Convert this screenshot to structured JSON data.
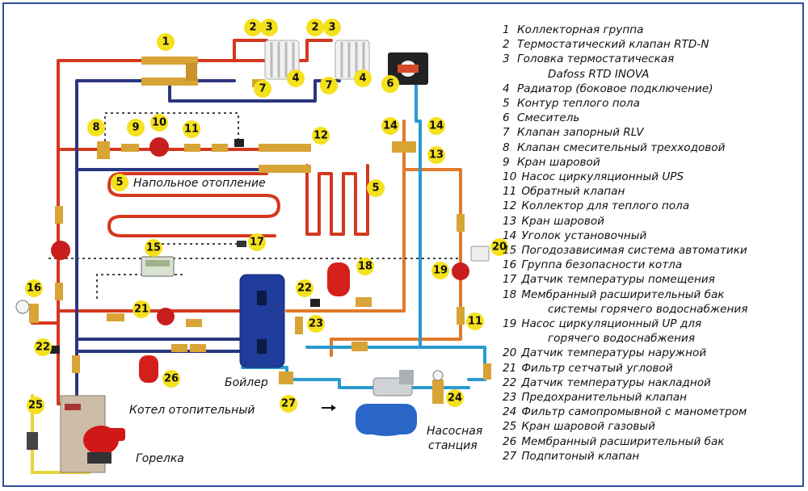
{
  "diagram": {
    "labels": {
      "floor_heating": "Напольное отопление",
      "boiler_tank": "Бойлер",
      "heating_boiler": "Котел отопительный",
      "burner": "Горелка",
      "pump_station_line1": "Насосная",
      "pump_station_line2": "станция"
    },
    "colors": {
      "supply_pipe": "#d4381e",
      "return_pipe": "#2a3680",
      "cold_water": "#2a9ad0",
      "hot_water_pipe": "#e07a2a",
      "gas_pipe": "#e8d43a",
      "badge": "#f5e11c",
      "boiler_tank": "#1f3c9a",
      "expansion_tank": "#d4201a",
      "burner": "#d01818",
      "fitting": "#d8a435"
    },
    "badges": [
      "1",
      "2",
      "3",
      "2",
      "3",
      "4",
      "4",
      "7",
      "7",
      "6",
      "8",
      "9",
      "10",
      "11",
      "12",
      "14",
      "14",
      "13",
      "5",
      "5",
      "15",
      "17",
      "18",
      "20",
      "19",
      "16",
      "21",
      "22",
      "23",
      "11",
      "22",
      "26",
      "27",
      "24",
      "25"
    ]
  },
  "legend": {
    "items": [
      {
        "num": "1",
        "text": "Коллекторная группа"
      },
      {
        "num": "2",
        "text": "Термостатический клапан RTD-N"
      },
      {
        "num": "3",
        "text": "Головка термостатическая"
      },
      {
        "num": "",
        "text": "Dafoss RTD INOVA"
      },
      {
        "num": "4",
        "text": "Радиатор (боковое подключение)"
      },
      {
        "num": "5",
        "text": "Контур теплого пола"
      },
      {
        "num": "6",
        "text": "Смеситель"
      },
      {
        "num": "7",
        "text": "Клапан запорный RLV"
      },
      {
        "num": "8",
        "text": "Клапан смесительный трехходовой"
      },
      {
        "num": "9",
        "text": "Кран шаровой"
      },
      {
        "num": "10",
        "text": "Насос циркуляционный UPS"
      },
      {
        "num": "11",
        "text": "Обратный клапан"
      },
      {
        "num": "12",
        "text": "Коллектор для теплого пола"
      },
      {
        "num": "13",
        "text": "Кран шаровой"
      },
      {
        "num": "14",
        "text": "Уголок установочный"
      },
      {
        "num": "15",
        "text": "Погодозависимая система автоматики"
      },
      {
        "num": "16",
        "text": "Группа безопасности котла"
      },
      {
        "num": "17",
        "text": "Датчик температуры помещения"
      },
      {
        "num": "18",
        "text": "Мембранный расширительный бак"
      },
      {
        "num": "",
        "text": "системы горячего водоснабжения"
      },
      {
        "num": "19",
        "text": "Насос циркуляционный UP для"
      },
      {
        "num": "",
        "text": "горячего водоснабжения"
      },
      {
        "num": "20",
        "text": "Датчик температуры наружной"
      },
      {
        "num": "21",
        "text": "Фильтр сетчатый угловой"
      },
      {
        "num": "22",
        "text": "Датчик температуры накладной"
      },
      {
        "num": "23",
        "text": "Предохранительный клапан"
      },
      {
        "num": "24",
        "text": "Фильтр самопромывной с манометром"
      },
      {
        "num": "25",
        "text": "Кран шаровой газовый"
      },
      {
        "num": "26",
        "text": "Мембранный расширительный бак"
      },
      {
        "num": "27",
        "text": "Подпитоный клапан"
      }
    ]
  }
}
